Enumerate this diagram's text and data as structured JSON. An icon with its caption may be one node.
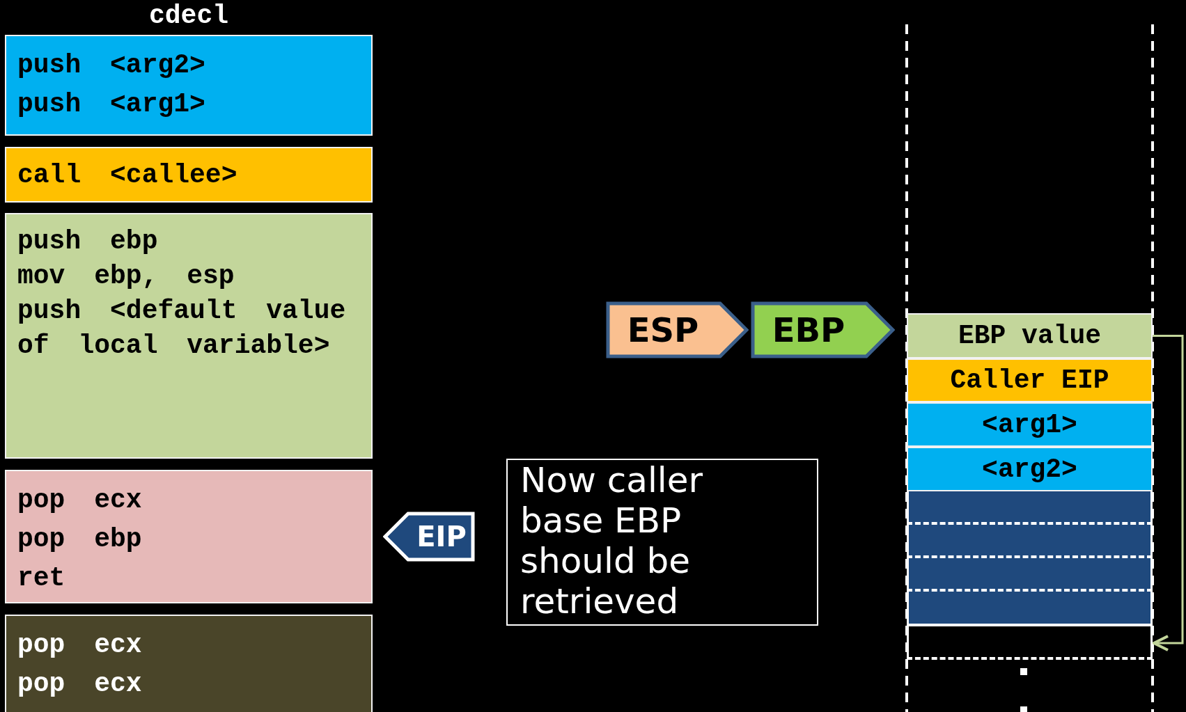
{
  "diagram": {
    "title": "cdecl",
    "nodes": [
      {
        "text": [
          "push <arg2>",
          "push <arg1>"
        ]
      },
      {
        "text": [
          "call <callee>"
        ]
      },
      {
        "text": [
          "push ebp",
          "mov ebp, esp",
          "push <default value of local variable>"
        ]
      },
      {
        "text": [
          "pop ecx",
          "pop ebp",
          "ret"
        ]
      },
      {
        "text": [
          "pop ecx",
          "pop ecx"
        ]
      },
      {
        "text": [
          "EIP"
        ]
      },
      {
        "text": [
          "Now caller base EBP should be retrieved"
        ]
      },
      {
        "text": [
          "ESP"
        ]
      },
      {
        "text": [
          "EBP"
        ]
      },
      {
        "text": [
          "EBP value"
        ]
      },
      {
        "text": [
          "Caller EIP"
        ]
      },
      {
        "text": [
          "<arg1>"
        ]
      },
      {
        "text": [
          "<arg2>"
        ]
      },
      {
        "text": [],
        "shape": "box"
      },
      {
        "text": [],
        "shape": "box"
      },
      {
        "text": [],
        "shape": "box"
      },
      {
        "text": [],
        "shape": "box"
      },
      {
        "text": [],
        "shape": "box"
      }
    ],
    "edges": [
      {
        "from": 9,
        "to": 17,
        "arrow": "to",
        "color": "#c3d69b"
      }
    ]
  }
}
